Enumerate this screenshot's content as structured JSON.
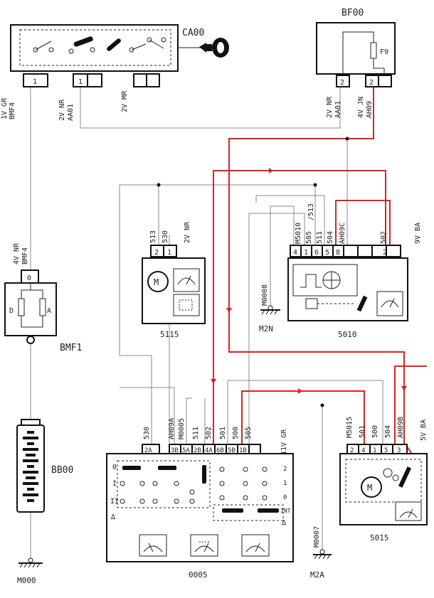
{
  "colors": {
    "wire": "#8a8a8a",
    "highlight": "#e02020",
    "ink": "#111111"
  },
  "components": {
    "ca00": {
      "name": "CA00",
      "pins": [
        "1",
        "1"
      ]
    },
    "bf00": {
      "name": "BF00",
      "fuse": "F9",
      "pins": [
        "2",
        "2"
      ]
    },
    "bmf1": {
      "name": "BMF1",
      "connector": "BMF4",
      "pin_label": "0",
      "terminals": [
        "D",
        "A"
      ]
    },
    "bb00": {
      "name": "BB00",
      "ground": "M000"
    },
    "m5115": {
      "name": "5115",
      "pins": [
        "2",
        "1"
      ],
      "connector_color": "2V NR",
      "wires": [
        "513",
        "530"
      ],
      "motor": "M"
    },
    "m5010": {
      "name": "5010",
      "pins": [
        "4",
        "1",
        "6",
        "5",
        "8",
        "2"
      ],
      "connector_color": "9V BA",
      "wires": [
        "M5010",
        "505",
        "511",
        "504",
        "AH09C",
        "502"
      ],
      "ground_wire": "M0008",
      "ground": "M2N",
      "top_wire": "/513"
    },
    "s0005": {
      "name": "0005",
      "connector_color": "11V GR",
      "wires": [
        "530",
        "AH09A",
        "M0005",
        "511",
        "502",
        "501",
        "500",
        "505"
      ],
      "pins": [
        "2A",
        "3B",
        "5A",
        "2B",
        "4A",
        "6B",
        "5B",
        "1B"
      ],
      "left_marks": [
        "0",
        "I",
        "II",
        "∆"
      ],
      "right_marks": [
        "2",
        "1",
        "0",
        "INT",
        "∆"
      ]
    },
    "m5015": {
      "name": "5015",
      "connector_color": "5V BA",
      "wires": [
        "M5015",
        "501",
        "500",
        "504",
        "AH09B"
      ],
      "pins": [
        "2",
        "4",
        "1",
        "5",
        "3"
      ],
      "ground_wire": "M0007",
      "ground": "M2A",
      "motor": "M"
    }
  },
  "wire_labels": {
    "ca00_left": [
      "BMF4",
      "1V GR"
    ],
    "ca00_mid": [
      "AA01",
      "2V NR"
    ],
    "ca00_right": [
      "2V MR"
    ],
    "bf00_left": [
      "AA01",
      "2V NR"
    ],
    "bf00_right": [
      "AH09",
      "4V JN"
    ],
    "bmf_top": [
      "BMF4",
      "4V NR"
    ]
  }
}
